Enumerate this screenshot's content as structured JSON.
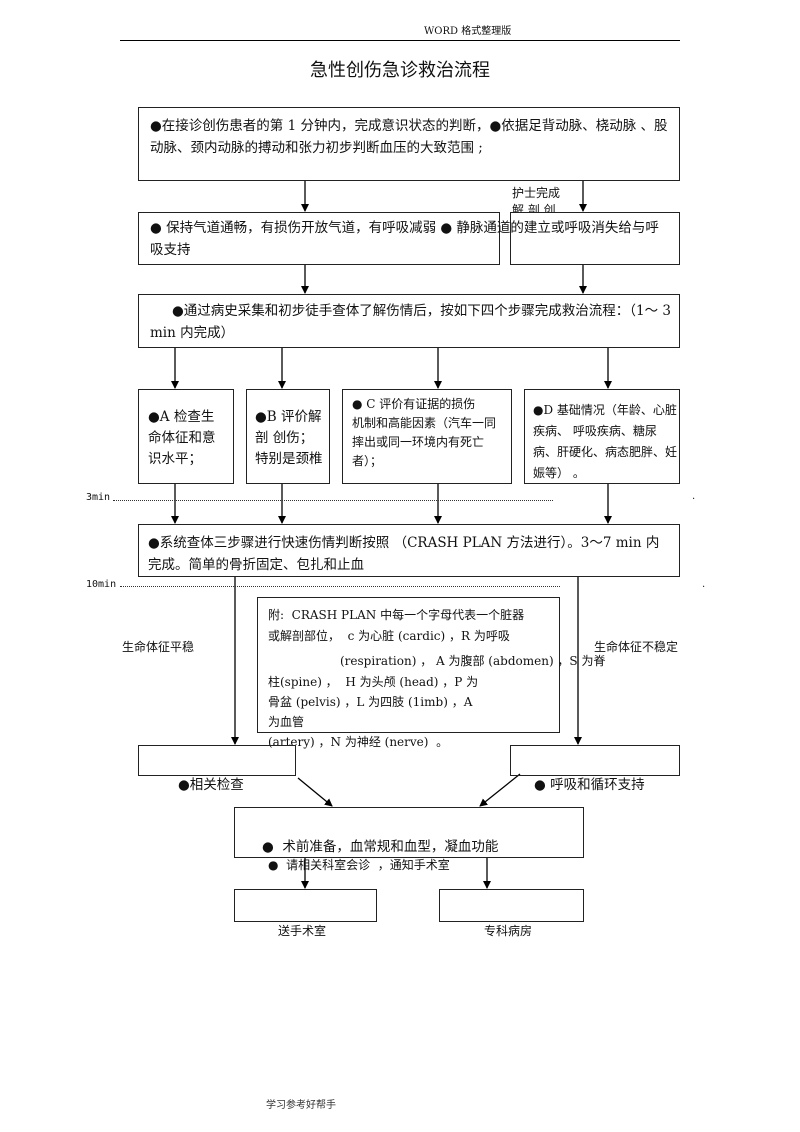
{
  "header": {
    "doc_format": "WORD 格式整理版"
  },
  "title": "急性创伤急诊救治流程",
  "box1": {
    "text": "●在接诊创伤患者的第 1 分钟内，完成意识状态的判断，●依据足背动脉、桡动脉 、股动脉、颈内动脉的搏动和张力初步判断血压的大致范围 ;"
  },
  "nurse_note": {
    "line1": "护士完成",
    "line2": "解 剖 创"
  },
  "box2": {
    "text": "● 保持气道通畅，有损伤开放气道，有呼吸减弱 ● 静脉通道的建立或呼吸消失给与呼吸支持"
  },
  "box3": {
    "text": "●通过病史采集和初步徒手查体了解伤情后，按如下四个步骤完成救治流程：（1～ 3 min 内完成）"
  },
  "step_a": {
    "text": "●A 检查生命体征和意识水平；"
  },
  "step_b": {
    "text": "●B 评价解 剖 创伤；特别是颈椎"
  },
  "step_c": {
    "text": "● C 评价有证据的损伤\n机制和高能因素（汽车一同摔出或同一环境内有死亡者）；"
  },
  "step_d": {
    "text": "●D 基础情况（年龄、心脏疾病、 呼吸疾病、糖尿病、肝硬化、病态肥胖、妊娠等） 。"
  },
  "markers": {
    "m3": "3min",
    "m10": "10min",
    "dot": "."
  },
  "box4": {
    "text": "●系统查体三步骤进行快速伤情判断按照 （CRASH PLAN 方法进行）。3～7 min 内完成。简单的骨折固定、包扎和止血"
  },
  "note": {
    "line1": "附:  CRASH PLAN 中每一个字母代表一个脏器",
    "line2": "或解剖部位，  c 为心脏 (cardic) ，R 为呼吸",
    "line3": "(respiration) ， A 为腹部 (abdomen) ，S 为脊",
    "line4": "柱(spine) ，  H 为头颅 (head) ，P 为",
    "line5": "骨盆 (pelvis) ，L 为四肢 (1imb) ，A",
    "line6": "为血管",
    "line7": "(artery) ，N 为神经 (nerve)  。"
  },
  "stable_label": "生命体征平稳",
  "unstable_label": "生命体征不稳定",
  "related_check": "●相关检查",
  "resp_support": "● 呼吸和循环支持",
  "box_preop": {
    "line1": "●  术前准备，血常规和血型，凝血功能",
    "line2": "●  请相关科室会诊  ，通知手术室"
  },
  "out_left": "送手术室",
  "out_right": "专科病房",
  "footer": "学习参考好帮手"
}
